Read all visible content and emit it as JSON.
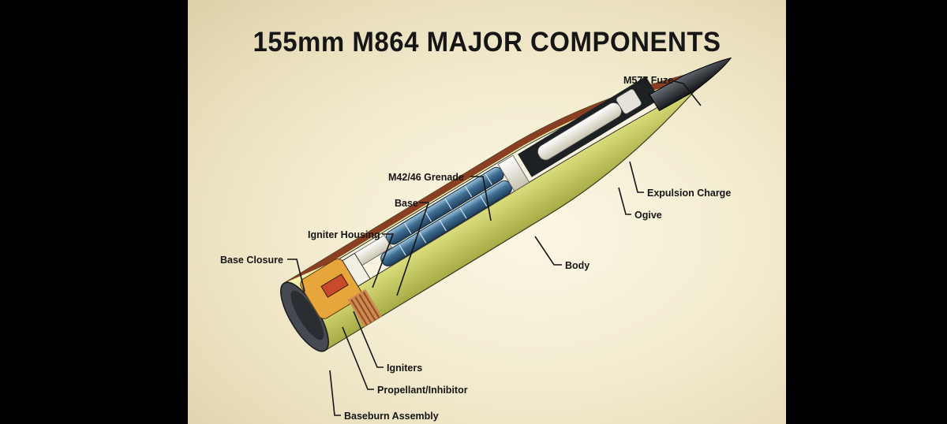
{
  "title": "155mm M864 MAJOR COMPONENTS",
  "colors": {
    "background": "#f3ecd0",
    "shell_body": "#d9dc7e",
    "shell_casing": "#8a3f22",
    "grenade": "#3f6e93",
    "fuze": "#1c1f24",
    "baseburn": "#e7a63b",
    "copper_band": "#d08850"
  },
  "labels": {
    "fuze": "M577 Fuze",
    "expulsion": "Expulsion Charge",
    "ogive": "Ogive",
    "grenade": "M42/46 Grenade",
    "base": "Base",
    "igniter_housing": "Igniter Housing",
    "body": "Body",
    "base_closure": "Base Closure",
    "igniters": "Igniters",
    "propellant": "Propellant/Inhibitor",
    "baseburn": "Baseburn Assembly"
  }
}
